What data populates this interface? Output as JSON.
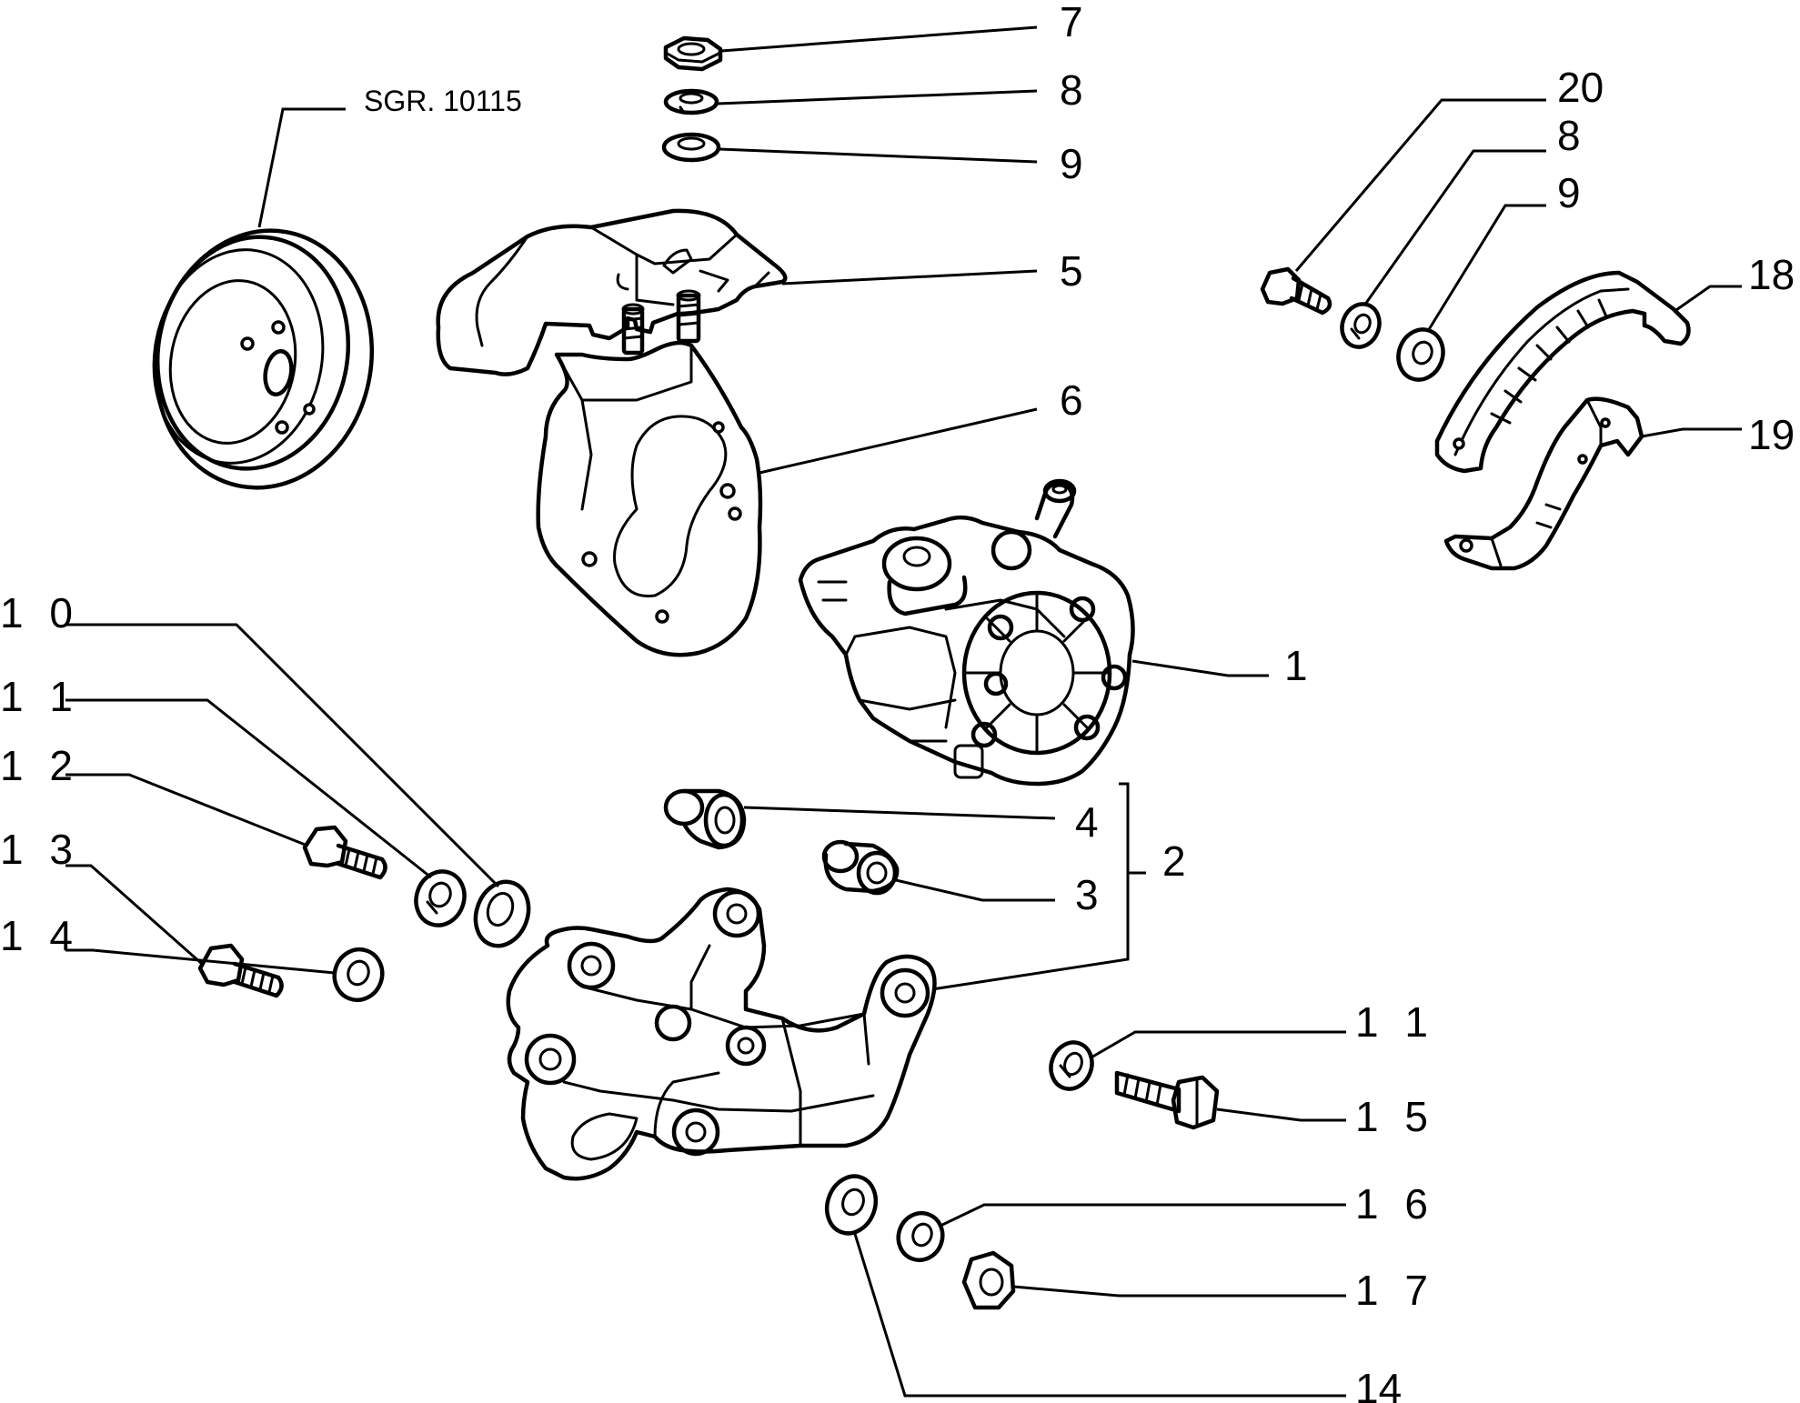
{
  "reference": "SGR. 10115",
  "parts": {
    "p1": "1",
    "p2": "2",
    "p3": "3",
    "p4": "4",
    "p5": "5",
    "p6": "6",
    "p7": "7",
    "p8_top": "8",
    "p9_top": "9",
    "p8_right": "8",
    "p9_right": "9",
    "p10": "1 0",
    "p11_left": "1 1",
    "p12": "1 2",
    "p13": "1 3",
    "p14_left": "1 4",
    "p11_right": "1 1",
    "p15": "1 5",
    "p16": "1 6",
    "p17": "1 7",
    "p14_bottom": "14",
    "p18": "18",
    "p19": "19",
    "p20": "20"
  }
}
